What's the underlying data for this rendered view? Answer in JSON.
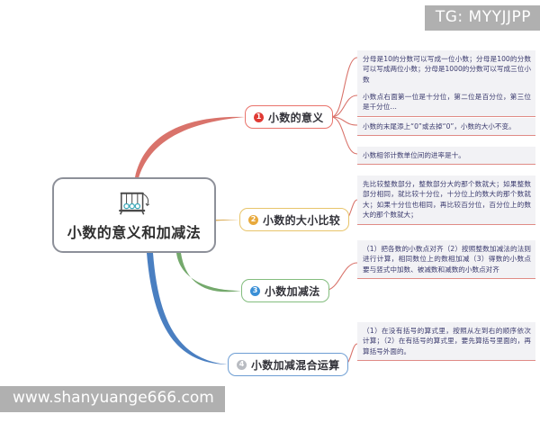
{
  "watermarks": {
    "tag": "TG: MYYJJPP",
    "site": "www.shanyuange666.com"
  },
  "central": {
    "label": "小数的意义和加减法",
    "icon": "newton-cradle-icon"
  },
  "colors": {
    "branch1": "#e9736b",
    "branch2": "#e8c46a",
    "branch3": "#83bd7e",
    "branch4": "#6e9ed4",
    "center_border": "#8d9099",
    "leaf_bg": "#f2f2f5",
    "leaf_underline": "#e08b86",
    "leaf_text": "#3b3b6e",
    "watermark_bg": "#b0b0b0"
  },
  "branches": [
    {
      "number": "❶",
      "num_plain": "1",
      "label": "小数的意义"
    },
    {
      "number": "❷",
      "num_plain": "2",
      "label": "小数的大小比较"
    },
    {
      "number": "❸",
      "num_plain": "3",
      "label": "小数加减法"
    },
    {
      "number": "❹",
      "num_plain": "4",
      "label": "小数加减混合运算"
    }
  ],
  "leaves": [
    {
      "parent": "1",
      "text": "分母是10的分数可以写成一位小数；分母是100的分数可以写成两位小数；分母是1000的分数可以写成三位小数"
    },
    {
      "parent": "1",
      "text": "小数点右面第一位是十分位，第二位是百分位，第三位是千分位…"
    },
    {
      "parent": "1",
      "text": "小数的末尾添上“0”或去掉“0”，小数的大小不变。"
    },
    {
      "parent": "1",
      "text": "小数相邻计数单位间的进率是十。"
    },
    {
      "parent": "2",
      "text": "先比较整数部分，整数部分大的那个数就大；如果整数部分相同，就比较十分位，十分位上的数大的那个数就大；如果十分位也相同，再比较百分位，百分位上的数大的那个数就大；"
    },
    {
      "parent": "3",
      "text": "（1）把各数的小数点对齐（2）按照整数加减法的法则进行计算，相同数位上的数相加减（3）得数的小数点要与竖式中加数、被减数和减数的小数点对齐"
    },
    {
      "parent": "4",
      "text": "（1）在没有括号的算式里，按照从左到右的顺序依次计算；（2）在有括号的算式里，要先算括号里面的，再算括号外面的。"
    }
  ]
}
